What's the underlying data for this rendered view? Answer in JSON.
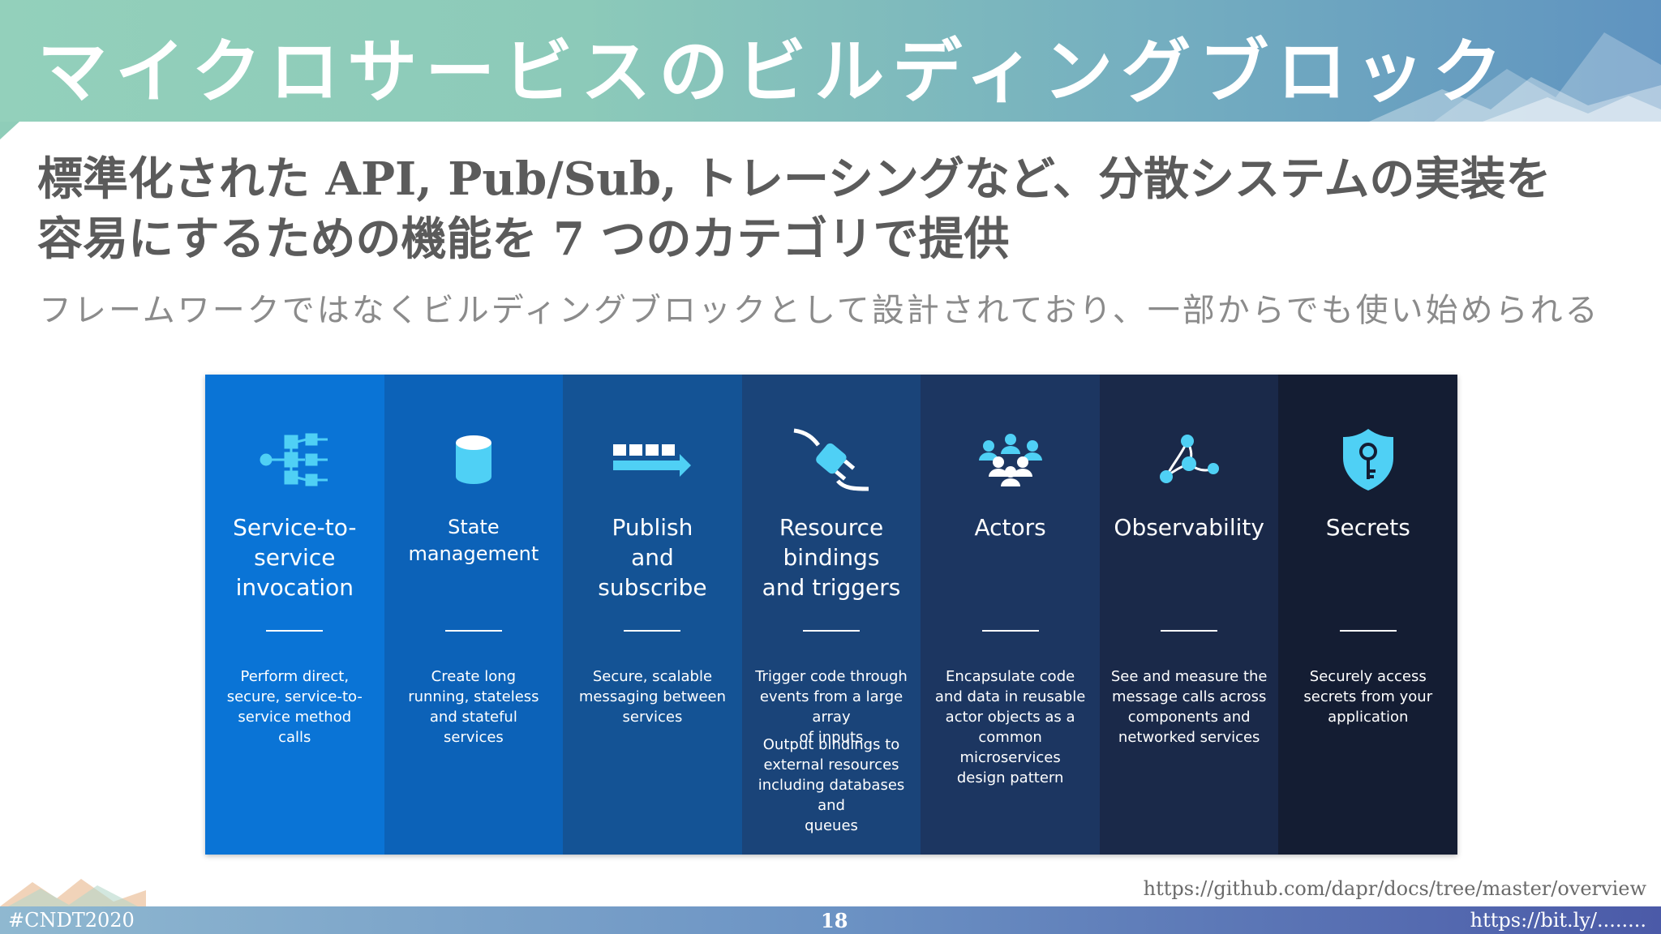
{
  "slide": {
    "title": "マイクロサービスのビルディングブロック",
    "headline_line1": "標準化された API, Pub/Sub, トレーシングなど、分散システムの実装を",
    "headline_line2": "容易にするための機能を 7 つのカテゴリで提供",
    "subline": "フレームワークではなくビルディングブロックとして設計されており、一部からでも使い始められる"
  },
  "cards": [
    {
      "title": "Service-to-\nservice\ninvocation",
      "icon": "service-invocation-icon",
      "color": "#0a74d6",
      "desc": "Perform direct,\nsecure, service-to-\nservice method\ncalls"
    },
    {
      "title": "State\nmanagement",
      "icon": "database-icon",
      "color": "#0c62b8",
      "desc": "Create long\nrunning, stateless\nand stateful\nservices"
    },
    {
      "title": "Publish\nand\nsubscribe",
      "icon": "pubsub-queue-icon",
      "color": "#145395",
      "desc": "Secure, scalable\nmessaging between\nservices"
    },
    {
      "title": "Resource\nbindings\nand triggers",
      "icon": "plug-icon",
      "color": "#1a4479",
      "desc": "Trigger code through\nevents from a large array\nof inputs",
      "desc2": "Output bindings to\nexternal resources\nincluding databases and\nqueues"
    },
    {
      "title": "Actors",
      "icon": "people-group-icon",
      "color": "#1c3661",
      "desc": "Encapsulate code\nand data in reusable\nactor objects as a\ncommon\nmicroservices\ndesign pattern"
    },
    {
      "title": "Observability",
      "icon": "network-nodes-icon",
      "color": "#1a2949",
      "desc": "See and measure the\nmessage calls across\ncomponents and\nnetworked services"
    },
    {
      "title": "Secrets",
      "icon": "shield-key-icon",
      "color": "#141d33",
      "desc": "Securely access\nsecrets from your\napplication"
    }
  ],
  "footer": {
    "source": "https://github.com/dapr/docs/tree/master/overview",
    "hashtag": "#CNDT2020",
    "page": "18",
    "link": "https://bit.ly/........"
  },
  "colors": {
    "icon": "#4fd0f5",
    "title_bar": "#8fcdb9"
  }
}
